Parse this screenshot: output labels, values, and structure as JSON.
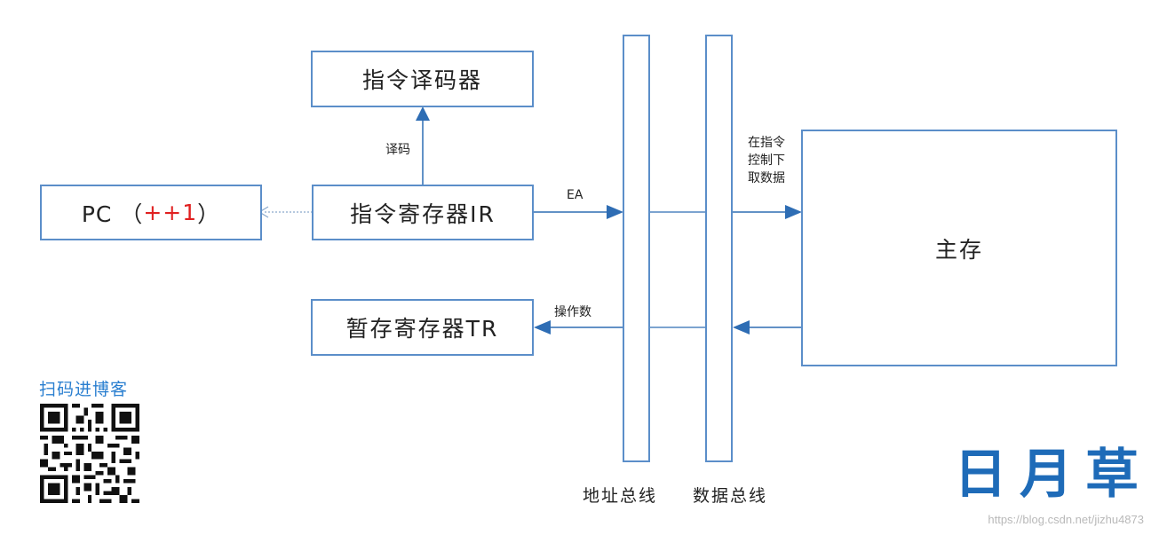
{
  "boxes": {
    "decoder": "指令译码器",
    "pc": "PC （",
    "pc_increment": "++1",
    "pc_close": "）",
    "ir": "指令寄存器IR",
    "tr": "暂存寄存器TR",
    "memory": "主存"
  },
  "labels": {
    "decode": "译码",
    "ea": "EA",
    "fetch_line1": "在指令",
    "fetch_line2": "控制下",
    "fetch_line3": "取数据",
    "operand": "操作数"
  },
  "buses": {
    "address_bus": "地址总线",
    "data_bus": "数据总线"
  },
  "qr": {
    "title": "扫码进博客"
  },
  "brand": {
    "text": "日月草"
  },
  "watermark": "https://blog.csdn.net/jizhu4873",
  "colors": {
    "box_border": "#5b8ec9",
    "arrow": "#2e6db4",
    "qr_title": "#2a7fd0",
    "brand": "#1e6bb8",
    "increment": "#e02020"
  }
}
